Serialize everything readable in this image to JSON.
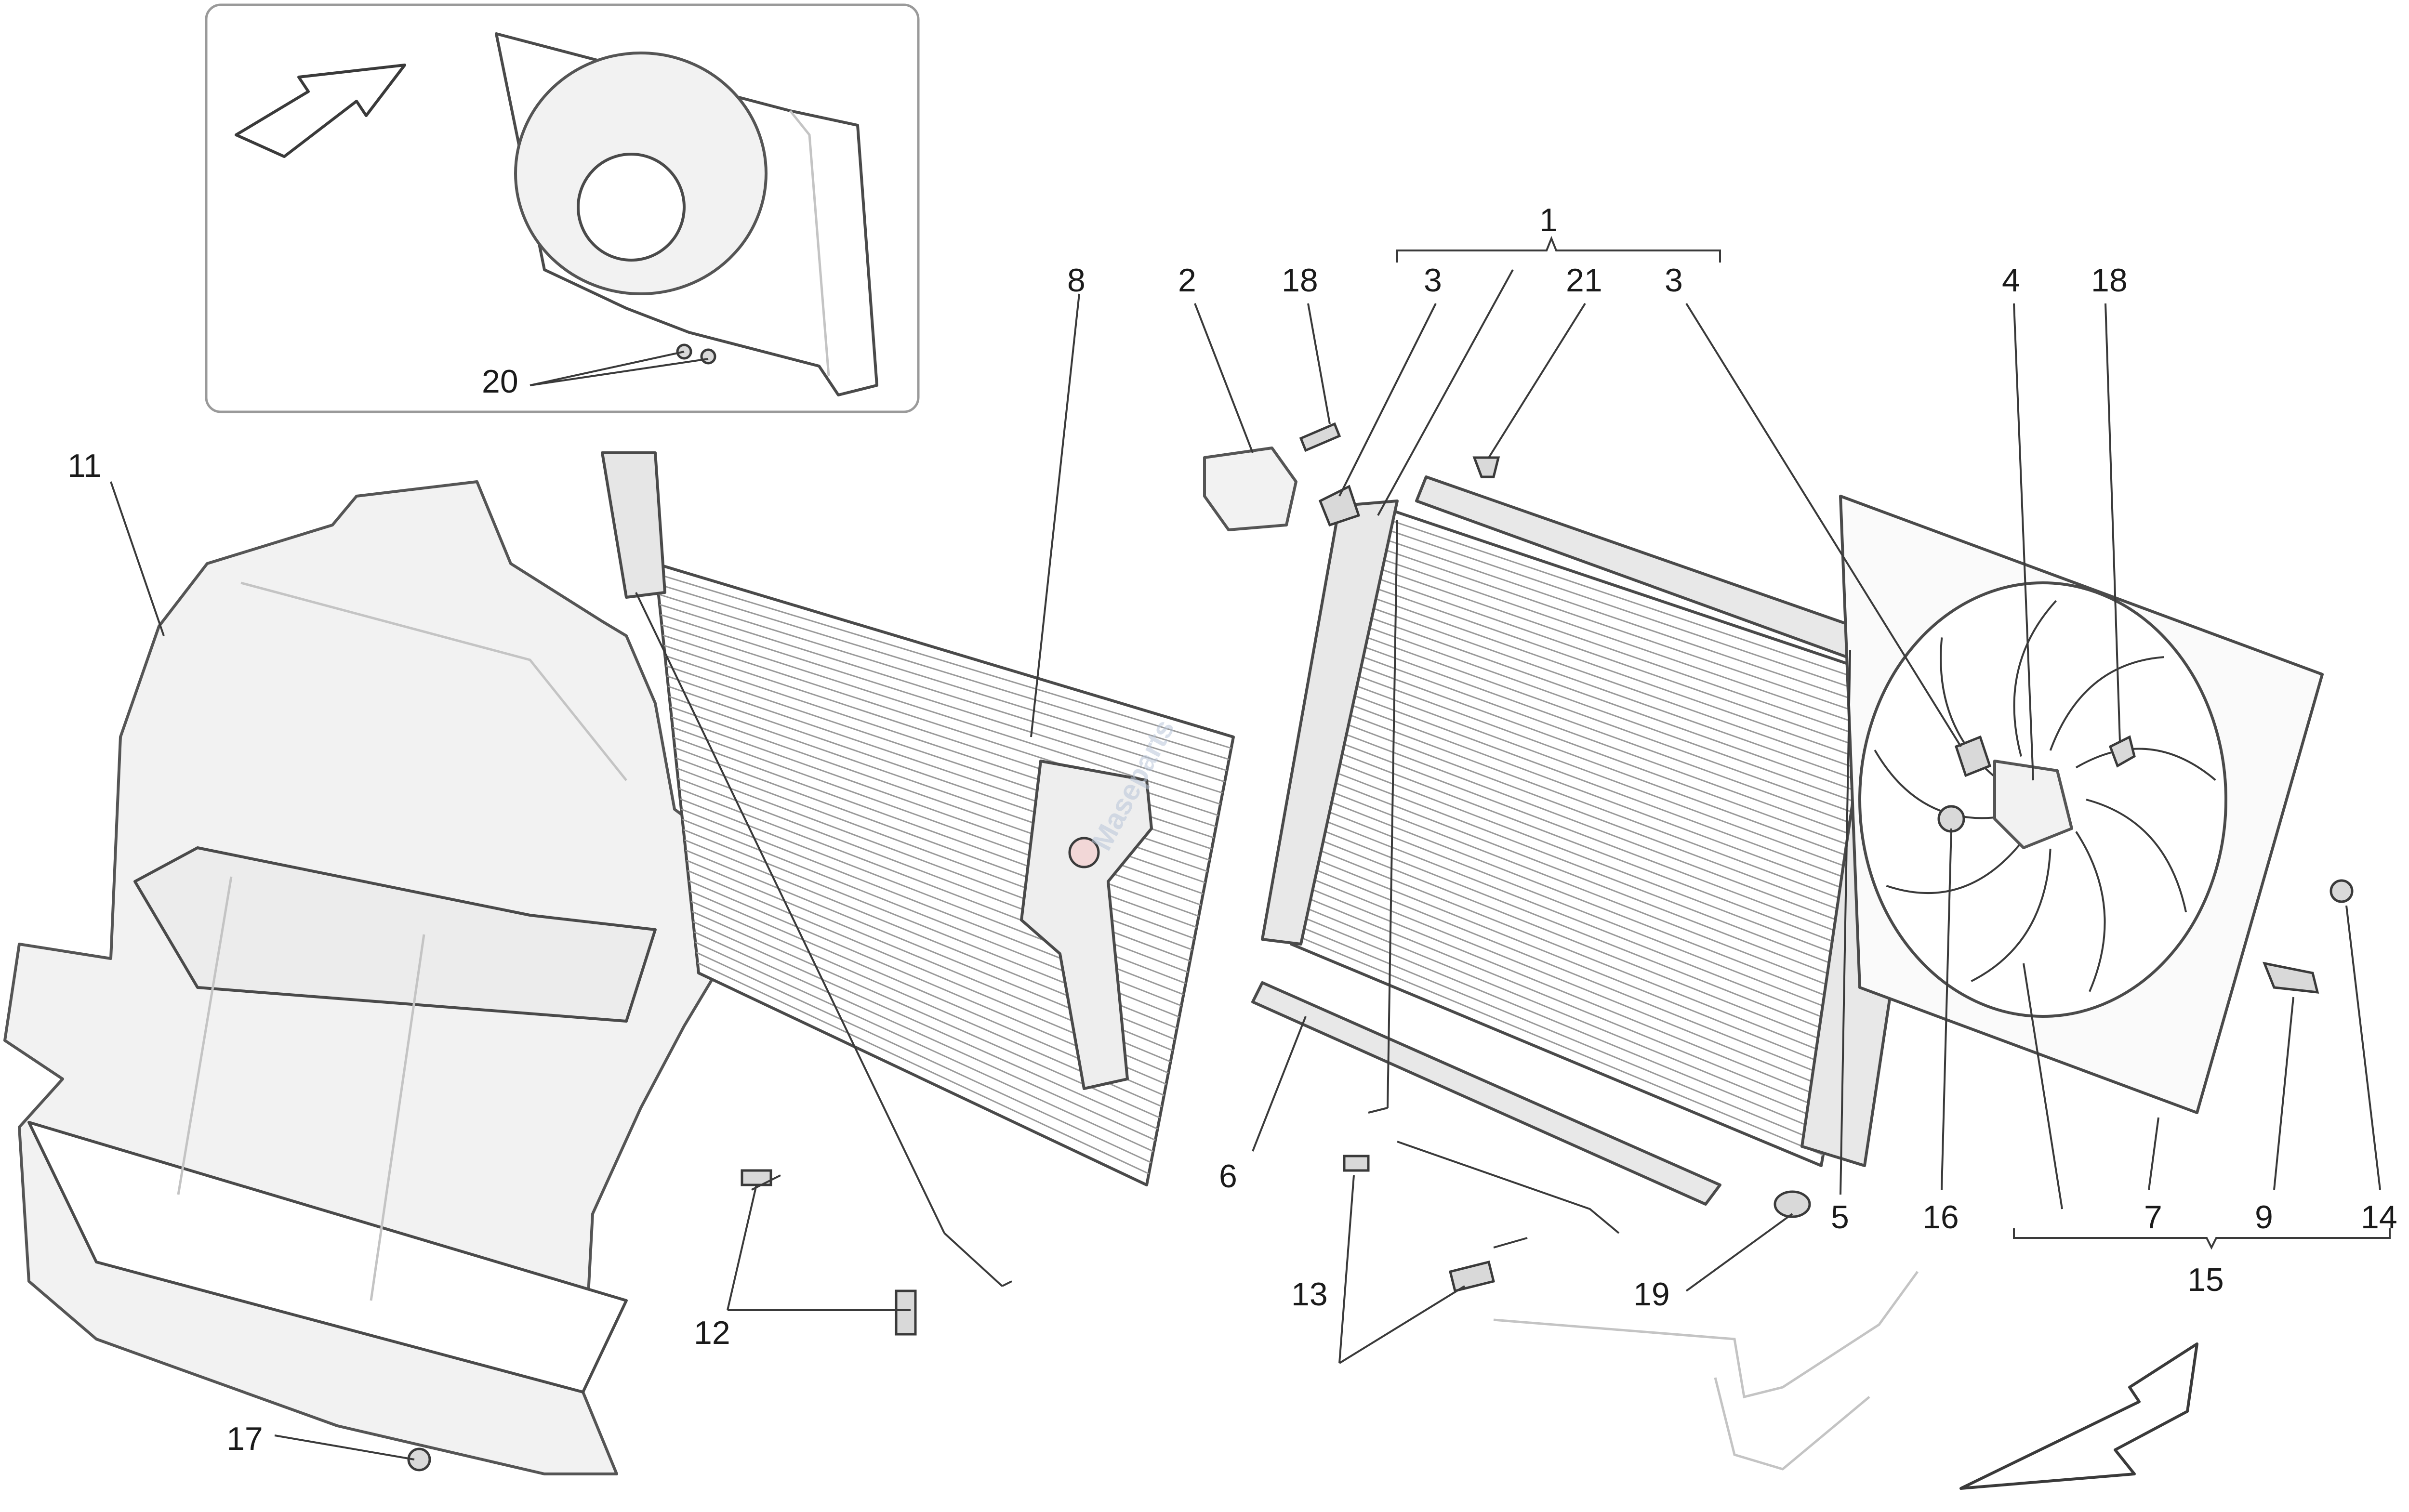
{
  "diagram": {
    "type": "exploded-parts-diagram",
    "watermark": "Maseparts",
    "callouts": [
      {
        "id": "c1",
        "label": "1"
      },
      {
        "id": "c2",
        "label": "2"
      },
      {
        "id": "c18a",
        "label": "18"
      },
      {
        "id": "c3a",
        "label": "3"
      },
      {
        "id": "c21",
        "label": "21"
      },
      {
        "id": "c3b",
        "label": "3"
      },
      {
        "id": "c4",
        "label": "4"
      },
      {
        "id": "c18b",
        "label": "18"
      },
      {
        "id": "c8",
        "label": "8"
      },
      {
        "id": "c11",
        "label": "11"
      },
      {
        "id": "c20",
        "label": "20"
      },
      {
        "id": "c6",
        "label": "6"
      },
      {
        "id": "c5",
        "label": "5"
      },
      {
        "id": "c16",
        "label": "16"
      },
      {
        "id": "c7",
        "label": "7"
      },
      {
        "id": "c9",
        "label": "9"
      },
      {
        "id": "c14",
        "label": "14"
      },
      {
        "id": "c15",
        "label": "15"
      },
      {
        "id": "c12",
        "label": "12"
      },
      {
        "id": "c13",
        "label": "13"
      },
      {
        "id": "c19",
        "label": "19"
      },
      {
        "id": "c17",
        "label": "17"
      }
    ]
  }
}
